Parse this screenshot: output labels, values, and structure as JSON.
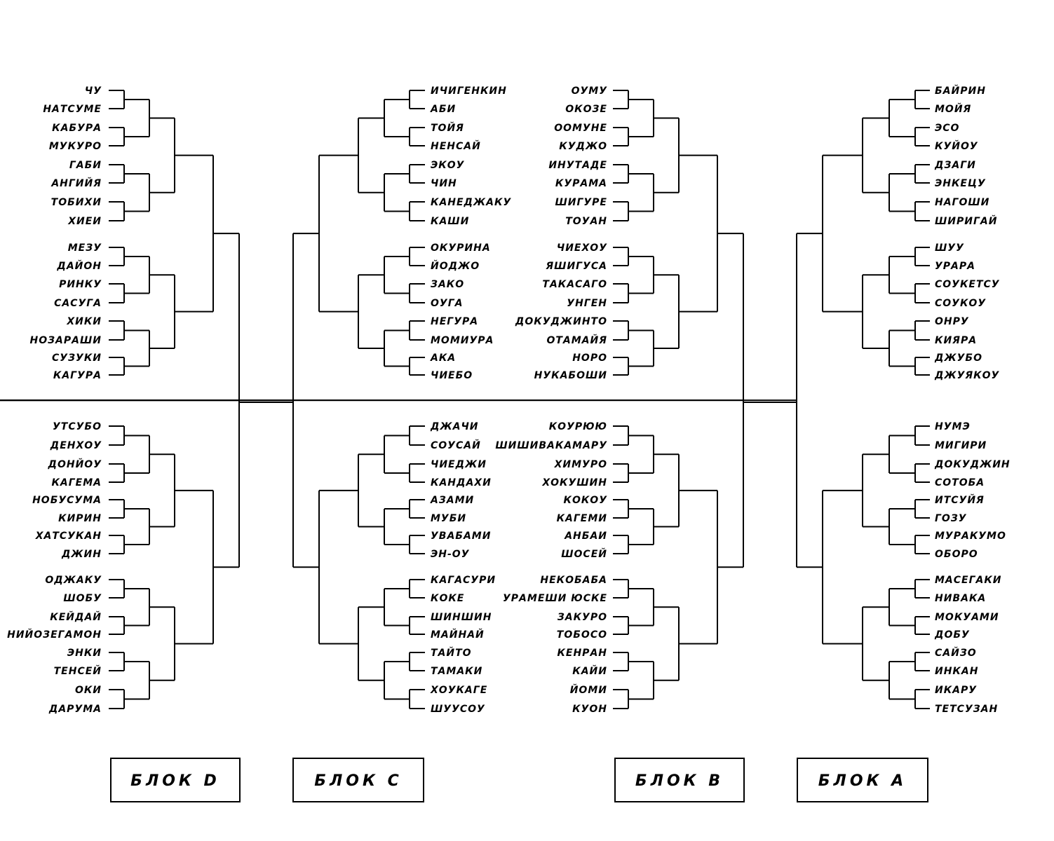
{
  "blocks": [
    {
      "label": "БЛОК D",
      "side": "left",
      "names": [
        "ЧУ",
        "НАТСУМЕ",
        "КАБУРА",
        "МУКУРО",
        "ГАБИ",
        "АНГИЙЯ",
        "ТОБИХИ",
        "ХИЕИ",
        "МЕЗУ",
        "ДАЙОН",
        "РИНКУ",
        "САСУГА",
        "ХИКИ",
        "НОЗАРАШИ",
        "СУЗУКИ",
        "КАГУРА",
        "УТСУБО",
        "ДЕНХОУ",
        "ДОНЙОУ",
        "КАГЕМА",
        "НОБУСУМА",
        "КИРИН",
        "ХАТСУКАН",
        "ДЖИН",
        "ОДЖАКУ",
        "ШОБУ",
        "КЕЙДАЙ",
        "НИЙОЗЕГАМОН",
        "ЭНКИ",
        "ТЕНСЕЙ",
        "ОКИ",
        "ДАРУМА"
      ]
    },
    {
      "label": "БЛОК C",
      "side": "right",
      "names": [
        "ИЧИГЕНКИН",
        "АБИ",
        "ТОЙЯ",
        "НЕНСАЙ",
        "ЭКОУ",
        "ЧИН",
        "КАНЕДЖАКУ",
        "КАШИ",
        "ОКУРИНА",
        "ЙОДЖО",
        "ЗАКО",
        "ОУГА",
        "НЕГУРА",
        "МОМИУРА",
        "АКА",
        "ЧИЕБО",
        "ДЖАЧИ",
        "СОУСАЙ",
        "ЧИЕДЖИ",
        "КАНДАХИ",
        "АЗАМИ",
        "МУБИ",
        "УВАБАМИ",
        "ЭН-ОУ",
        "КАГАСУРИ",
        "КОКЕ",
        "ШИНШИН",
        "МАЙНАЙ",
        "ТАЙТО",
        "ТАМАКИ",
        "ХОУКАГЕ",
        "ШУУСОУ"
      ]
    },
    {
      "label": "БЛОК B",
      "side": "left",
      "names": [
        "ОУМУ",
        "ОКОЗЕ",
        "ООМУНЕ",
        "КУДЖО",
        "ИНУТАДЕ",
        "КУРАМА",
        "ШИГУРЕ",
        "ТОУАН",
        "ЧИЕХОУ",
        "ЯШИГУСА",
        "ТАКАСАГО",
        "УНГЕН",
        "ДОКУДЖИНТО",
        "ОТАМАЙЯ",
        "НОРО",
        "НУКАБОШИ",
        "КОУРЮЮ",
        "ШИШИВАКАМАРУ",
        "ХИМУРО",
        "ХОКУШИН",
        "КОКОУ",
        "КАГЕМИ",
        "АНБАИ",
        "ШОСЕЙ",
        "НЕКОБАБА",
        "УРАМЕШИ ЮСКЕ",
        "ЗАКУРО",
        "ТОБОСО",
        "КЕНРАН",
        "КАЙИ",
        "ЙОМИ",
        "КУОН"
      ]
    },
    {
      "label": "БЛОК A",
      "side": "right",
      "names": [
        "БАЙРИН",
        "МОЙЯ",
        "ЭСО",
        "КУЙОУ",
        "ДЗАГИ",
        "ЭНКЕЦУ",
        "НАГОШИ",
        "ШИРИГАЙ",
        "ШУУ",
        "УРАРА",
        "СОУКЕТСУ",
        "СОУКОУ",
        "ОНРУ",
        "КИЯРА",
        "ДЖУБО",
        "ДЖУЯКОУ",
        "НУМЭ",
        "МИГИРИ",
        "ДОКУДЖИН",
        "СОТОБА",
        "ИТСУЙЯ",
        "ГОЗУ",
        "МУРАКУМО",
        "ОБОРО",
        "МАСЕГАКИ",
        "НИВАКА",
        "МОКУАМИ",
        "ДОБУ",
        "САЙЗО",
        "ИНКАН",
        "ИКАРУ",
        "ТЕТСУЗАН"
      ]
    }
  ]
}
